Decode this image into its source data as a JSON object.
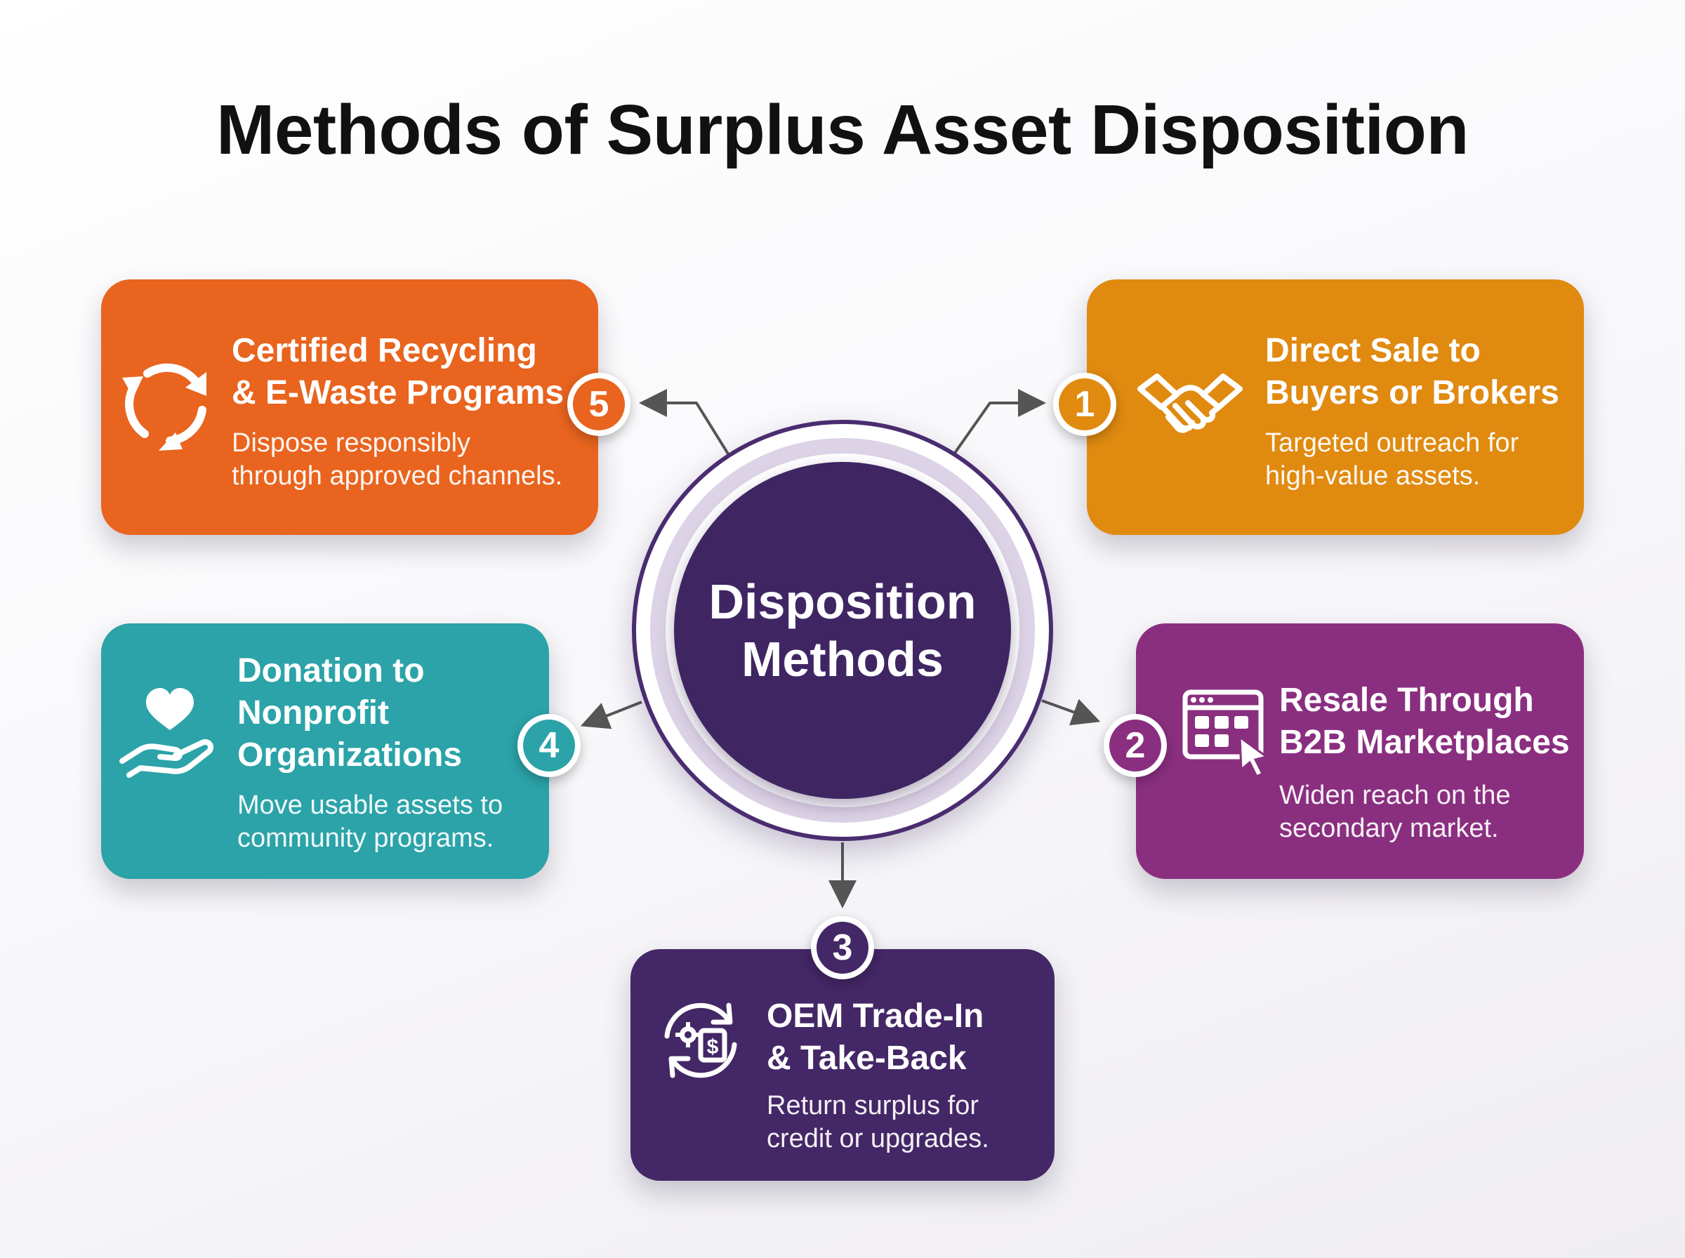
{
  "title": "Methods of Surplus Asset Disposition",
  "center": {
    "line1": "Disposition",
    "line2": "Methods",
    "color": "#3f2663"
  },
  "methods": [
    {
      "number": "1",
      "heading_lines": [
        "Direct Sale to",
        "Buyers or Brokers"
      ],
      "description_lines": [
        "Targeted outreach for",
        "high-value assets."
      ],
      "icon": "handshake-icon",
      "color": "#e08a10"
    },
    {
      "number": "2",
      "heading_lines": [
        "Resale Through",
        "B2B Marketplaces"
      ],
      "description_lines": [
        "Widen reach on the",
        "secondary market."
      ],
      "icon": "marketplace-window-cursor-icon",
      "color": "#8a2f80"
    },
    {
      "number": "3",
      "heading_lines": [
        "OEM Trade-In",
        "& Take-Back"
      ],
      "description_lines": [
        "Return surplus for",
        "credit or upgrades."
      ],
      "icon": "trade-in-cycle-icon",
      "color": "#442766"
    },
    {
      "number": "4",
      "heading_lines": [
        "Donation to",
        "Nonprofit",
        "Organizations"
      ],
      "description_lines": [
        "Move usable assets to",
        "community programs."
      ],
      "icon": "heart-hand-icon",
      "color": "#2ba3a8"
    },
    {
      "number": "5",
      "heading_lines": [
        "Certified Recycling",
        "& E-Waste Programs"
      ],
      "description_lines": [
        "Dispose responsibly",
        "through approved channels."
      ],
      "icon": "recycle-icon",
      "color": "#e8641f"
    }
  ]
}
